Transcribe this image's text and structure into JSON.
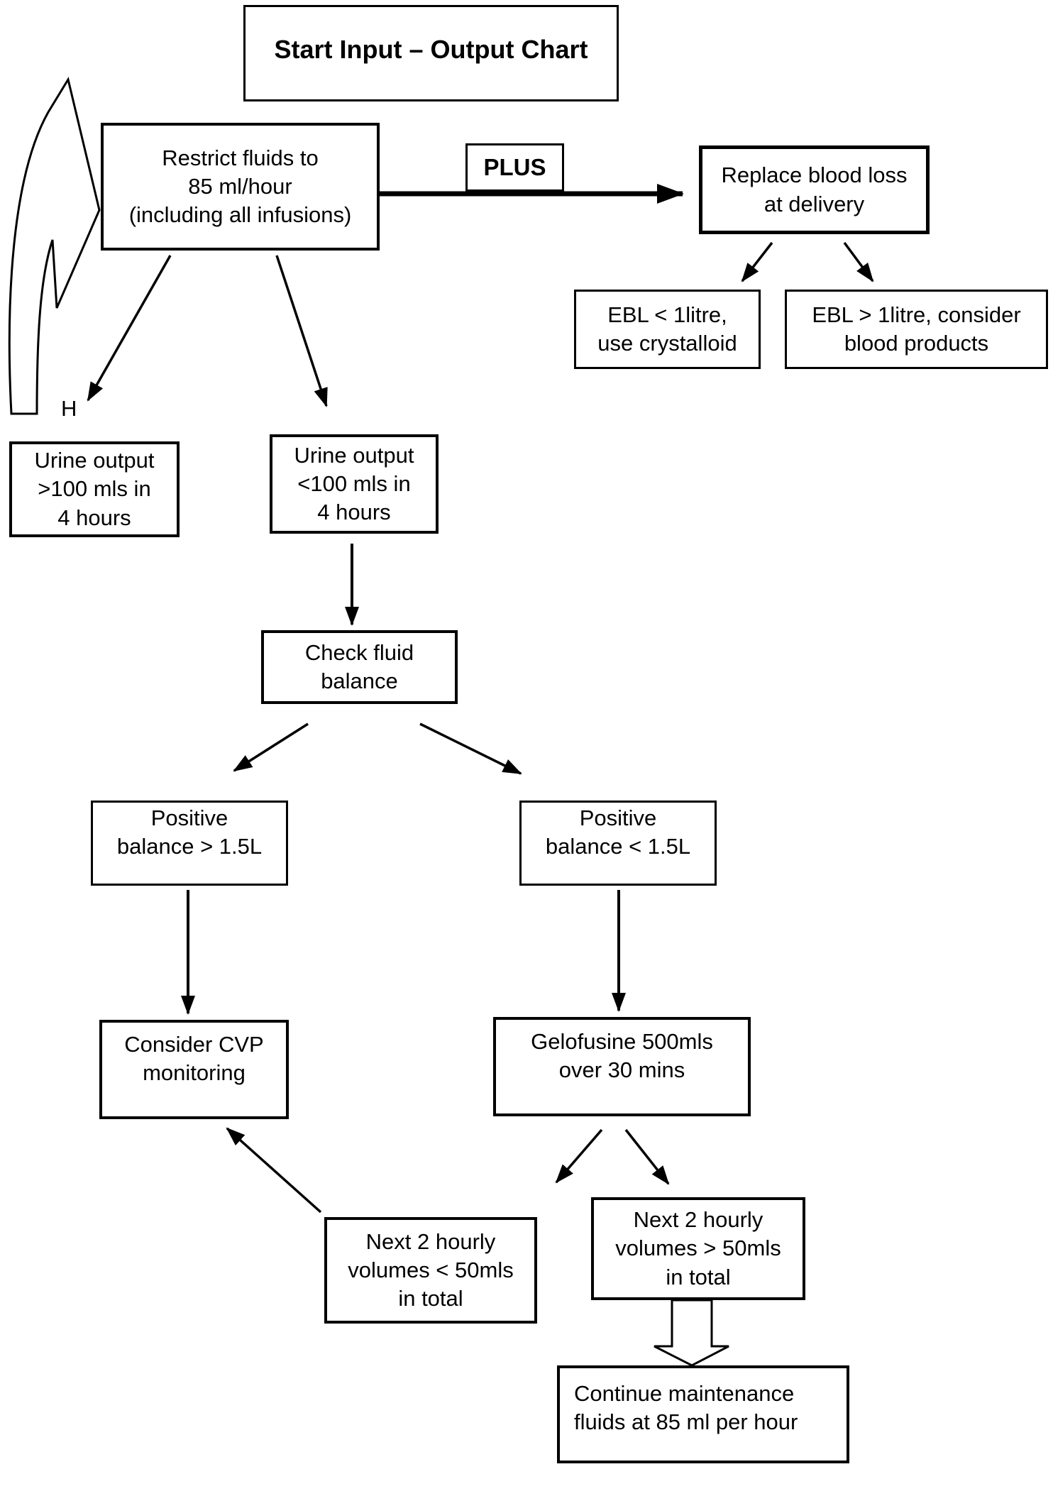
{
  "diagram": {
    "title": "Start Input – Output Chart",
    "nodes": {
      "title": "Start Input – Output Chart",
      "restrict": "Restrict fluids to\n85 ml/hour\n(including all infusions)",
      "plus": "PLUS",
      "replace": "Replace blood loss\nat delivery",
      "ebl_less": "EBL < 1litre,\nuse crystalloid",
      "ebl_more": "EBL > 1litre, consider\nblood products",
      "h_label": "H",
      "urine_high": "Urine output\n>100 mls in\n4 hours",
      "urine_low": "Urine output\n<100 mls in\n4 hours",
      "check": "Check fluid\nbalance",
      "pos_high": "Positive\nbalance > 1.5L",
      "pos_low": "Positive\nbalance < 1.5L",
      "cvp": "Consider CVP\nmonitoring",
      "gelofusine": "Gelofusine 500mls\nover 30 mins",
      "next_low": "Next 2 hourly\nvolumes < 50mls\nin total",
      "next_high": "Next 2 hourly\nvolumes > 50mls\nin total",
      "continue": "Continue maintenance\nfluids at 85 ml per hour"
    },
    "colors": {
      "ink": "#000000",
      "paper": "#ffffff"
    }
  }
}
